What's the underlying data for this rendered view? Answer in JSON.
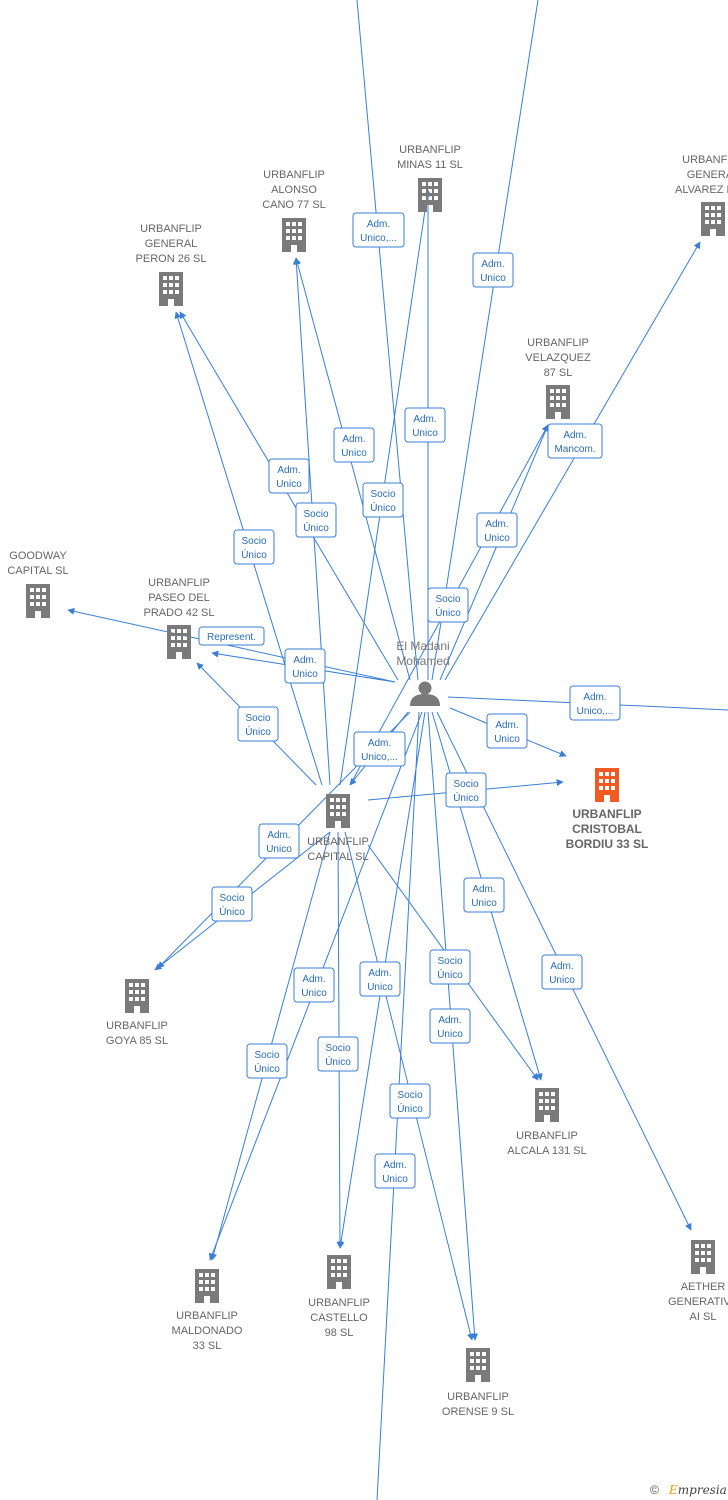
{
  "person": {
    "line1": "El Madani",
    "line2": "Mohamed",
    "icon": "person-icon"
  },
  "companies": {
    "main": {
      "lines": [
        "URBANFLIP",
        "CRISTOBAL",
        "BORDIU 33  SL"
      ],
      "color": "#f15a22"
    },
    "minas": {
      "lines": [
        "URBANFLIP",
        "MINAS 11  SL"
      ]
    },
    "alonso": {
      "lines": [
        "URBANFLIP",
        "ALONSO",
        "CANO 77  SL"
      ]
    },
    "peron": {
      "lines": [
        "URBANFLIP",
        "GENERAL",
        "PERON 26  SL"
      ]
    },
    "alvarez": {
      "lines": [
        "URBANFLIP",
        "GENERAL",
        "ALVAREZ DE..."
      ]
    },
    "velazquez": {
      "lines": [
        "URBANFLIP",
        "VELAZQUEZ",
        "87  SL"
      ]
    },
    "goodway": {
      "lines": [
        "GOODWAY",
        "CAPITAL  SL"
      ]
    },
    "paseo": {
      "lines": [
        "URBANFLIP",
        "PASEO DEL",
        "PRADO 42  SL"
      ]
    },
    "capital": {
      "lines": [
        "URBANFLIP",
        "CAPITAL  SL"
      ]
    },
    "goya": {
      "lines": [
        "URBANFLIP",
        "GOYA 85  SL"
      ]
    },
    "alcala": {
      "lines": [
        "URBANFLIP",
        "ALCALA 131  SL"
      ]
    },
    "aether": {
      "lines": [
        "AETHER",
        "GENERATIVE",
        "AI  SL"
      ]
    },
    "maldonado": {
      "lines": [
        "URBANFLIP",
        "MALDONADO",
        "33  SL"
      ]
    },
    "castello": {
      "lines": [
        "URBANFLIP",
        "CASTELLO",
        "98  SL"
      ]
    },
    "orense": {
      "lines": [
        "URBANFLIP",
        "ORENSE 9  SL"
      ]
    }
  },
  "edge_labels": [
    [
      "Adm.",
      "Unico,..."
    ],
    [
      "Adm.",
      "Unico"
    ],
    [
      "Adm.",
      "Unico"
    ],
    [
      "Adm.",
      "Unico"
    ],
    [
      "Adm.",
      "Unico"
    ],
    [
      "Socio",
      "Único"
    ],
    [
      "Socio",
      "Único"
    ],
    [
      "Adm.",
      "Mancom."
    ],
    [
      "Adm.",
      "Unico"
    ],
    [
      "Socio",
      "Único"
    ],
    [
      "Socio",
      "Único"
    ],
    [
      "Represent."
    ],
    [
      "Adm.",
      "Unico"
    ],
    [
      "Adm.",
      "Unico,..."
    ],
    [
      "Socio",
      "Único"
    ],
    [
      "Adm.",
      "Unico"
    ],
    [
      "Adm.",
      "Unico,..."
    ],
    [
      "Socio",
      "Único"
    ],
    [
      "Adm.",
      "Unico"
    ],
    [
      "Socio",
      "Único"
    ],
    [
      "Adm.",
      "Unico"
    ],
    [
      "Adm.",
      "Unico"
    ],
    [
      "Adm.",
      "Unico"
    ],
    [
      "Socio",
      "Único"
    ],
    [
      "Adm.",
      "Unico"
    ],
    [
      "Socio",
      "Único"
    ],
    [
      "Socio",
      "Único"
    ],
    [
      "Adm.",
      "Unico"
    ],
    [
      "Socio",
      "Único"
    ],
    [
      "Adm.",
      "Unico"
    ]
  ],
  "footer": {
    "copyright": "©",
    "brand_first": "E",
    "brand_rest": "mpresia"
  },
  "colors": {
    "edge": "#3a7fd5",
    "building": "#7a7a7a",
    "main_building": "#f15a22"
  }
}
